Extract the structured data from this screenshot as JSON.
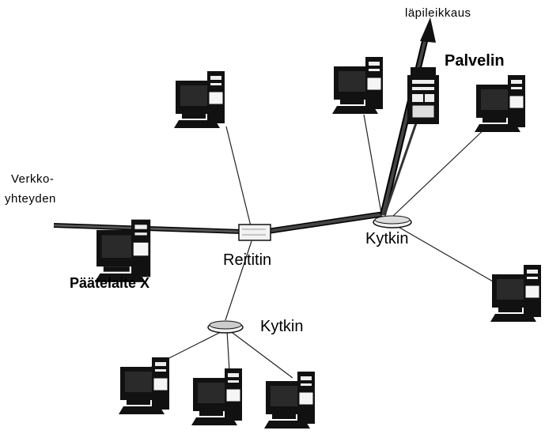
{
  "labels": {
    "passthrough": "läpileikkaus",
    "server": "Palvelin",
    "network_line1": "Verkko-",
    "network_line2": "yhteyden",
    "router": "Reititin",
    "switch_main": "Kytkin",
    "switch_lower": "Kytkin",
    "terminal_x": "Päätelaite X"
  },
  "colors": {
    "thick_path": "#444444",
    "wire": "#222222",
    "device_fill": "#f2f2f2"
  }
}
